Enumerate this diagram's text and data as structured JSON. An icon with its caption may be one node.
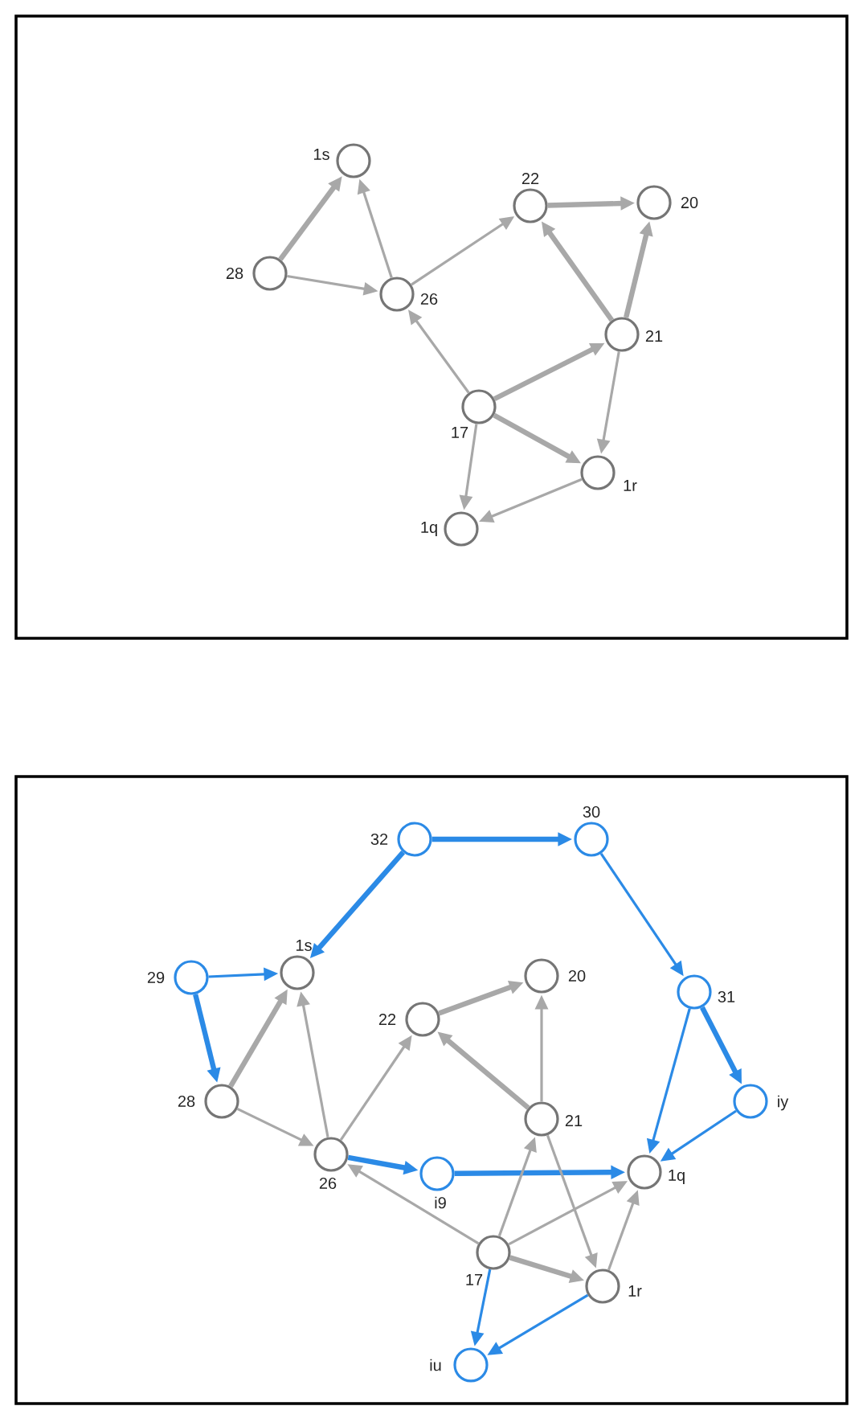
{
  "diagram": {
    "nodes": [
      {
        "text": [],
        "shape": "box"
      },
      {
        "text": [],
        "shape": "circle",
        "beside": [
          "1s"
        ],
        "in": 0
      },
      {
        "text": [],
        "shape": "circle",
        "beside": [
          "28"
        ],
        "in": 0
      },
      {
        "text": [],
        "shape": "circle",
        "beside": [
          "26"
        ],
        "in": 0
      },
      {
        "text": [],
        "shape": "circle",
        "beside": [
          "22"
        ],
        "in": 0
      },
      {
        "text": [],
        "shape": "circle",
        "beside": [
          "20"
        ],
        "in": 0
      },
      {
        "text": [],
        "shape": "circle",
        "beside": [
          "21"
        ],
        "in": 0
      },
      {
        "text": [],
        "shape": "circle",
        "beside": [
          "17"
        ],
        "in": 0
      },
      {
        "text": [],
        "shape": "circle",
        "beside": [
          "1r"
        ],
        "in": 0
      },
      {
        "text": [],
        "shape": "circle",
        "beside": [
          "1q"
        ],
        "in": 0
      },
      {
        "text": [],
        "shape": "box"
      },
      {
        "text": [],
        "shape": "circle",
        "beside": [
          "32"
        ],
        "in": 10
      },
      {
        "text": [],
        "shape": "circle",
        "beside": [
          "30"
        ],
        "in": 10
      },
      {
        "text": [],
        "shape": "circle",
        "beside": [
          "29"
        ],
        "in": 10
      },
      {
        "text": [],
        "shape": "circle",
        "beside": [
          "1s"
        ],
        "in": 10
      },
      {
        "text": [],
        "shape": "circle",
        "beside": [
          "20"
        ],
        "in": 10
      },
      {
        "text": [],
        "shape": "circle",
        "beside": [
          "31"
        ],
        "in": 10
      },
      {
        "text": [],
        "shape": "circle",
        "beside": [
          "22"
        ],
        "in": 10
      },
      {
        "text": [],
        "shape": "circle",
        "beside": [
          "28"
        ],
        "in": 10
      },
      {
        "text": [],
        "shape": "circle",
        "beside": [
          "iy"
        ],
        "in": 10
      },
      {
        "text": [],
        "shape": "circle",
        "beside": [
          "21"
        ],
        "in": 10
      },
      {
        "text": [],
        "shape": "circle",
        "beside": [
          "26"
        ],
        "in": 10
      },
      {
        "text": [],
        "shape": "circle",
        "beside": [
          "i9"
        ],
        "in": 10
      },
      {
        "text": [],
        "shape": "circle",
        "beside": [
          "1q"
        ],
        "in": 10
      },
      {
        "text": [],
        "shape": "circle",
        "beside": [
          "17"
        ],
        "in": 10
      },
      {
        "text": [],
        "shape": "circle",
        "beside": [
          "1r"
        ],
        "in": 10
      },
      {
        "text": [],
        "shape": "circle",
        "beside": [
          "iu"
        ],
        "in": 10
      }
    ],
    "edges": [
      {
        "from": 2,
        "to": 1,
        "arrow": "to",
        "style": "thick"
      },
      {
        "from": 3,
        "to": 1,
        "arrow": "to"
      },
      {
        "from": 2,
        "to": 3,
        "arrow": "to"
      },
      {
        "from": 3,
        "to": 4,
        "arrow": "to"
      },
      {
        "from": 4,
        "to": 5,
        "arrow": "to",
        "style": "thick"
      },
      {
        "from": 6,
        "to": 4,
        "arrow": "to",
        "style": "thick"
      },
      {
        "from": 6,
        "to": 5,
        "arrow": "to",
        "style": "thick"
      },
      {
        "from": 7,
        "to": 6,
        "arrow": "to",
        "style": "thick"
      },
      {
        "from": 7,
        "to": 3,
        "arrow": "to"
      },
      {
        "from": 7,
        "to": 8,
        "arrow": "to",
        "style": "thick"
      },
      {
        "from": 6,
        "to": 8,
        "arrow": "to"
      },
      {
        "from": 7,
        "to": 9,
        "arrow": "to"
      },
      {
        "from": 8,
        "to": 9,
        "arrow": "to"
      },
      {
        "from": 11,
        "to": 12,
        "arrow": "to",
        "style": "thick",
        "color": "#2b8ae6"
      },
      {
        "from": 12,
        "to": 16,
        "arrow": "to",
        "color": "#2b8ae6"
      },
      {
        "from": 11,
        "to": 14,
        "arrow": "to",
        "style": "thick",
        "color": "#2b8ae6"
      },
      {
        "from": 13,
        "to": 14,
        "arrow": "to",
        "color": "#2b8ae6"
      },
      {
        "from": 13,
        "to": 18,
        "arrow": "to",
        "style": "thick",
        "color": "#2b8ae6"
      },
      {
        "from": 16,
        "to": 23,
        "arrow": "to",
        "color": "#2b8ae6"
      },
      {
        "from": 16,
        "to": 19,
        "arrow": "to",
        "style": "thick",
        "color": "#2b8ae6"
      },
      {
        "from": 19,
        "to": 23,
        "arrow": "to",
        "color": "#2b8ae6"
      },
      {
        "from": 21,
        "to": 22,
        "arrow": "to",
        "style": "thick",
        "color": "#2b8ae6"
      },
      {
        "from": 22,
        "to": 23,
        "arrow": "to",
        "style": "thick",
        "color": "#2b8ae6"
      },
      {
        "from": 24,
        "to": 26,
        "arrow": "to",
        "color": "#2b8ae6"
      },
      {
        "from": 25,
        "to": 26,
        "arrow": "to",
        "color": "#2b8ae6"
      },
      {
        "from": 18,
        "to": 14,
        "arrow": "to",
        "style": "thick"
      },
      {
        "from": 21,
        "to": 14,
        "arrow": "to"
      },
      {
        "from": 18,
        "to": 21,
        "arrow": "to"
      },
      {
        "from": 21,
        "to": 17,
        "arrow": "to"
      },
      {
        "from": 17,
        "to": 15,
        "arrow": "to",
        "style": "thick"
      },
      {
        "from": 20,
        "to": 17,
        "arrow": "to",
        "style": "thick"
      },
      {
        "from": 20,
        "to": 15,
        "arrow": "to"
      },
      {
        "from": 24,
        "to": 20,
        "arrow": "to"
      },
      {
        "from": 24,
        "to": 21,
        "arrow": "to"
      },
      {
        "from": 24,
        "to": 23,
        "arrow": "to"
      },
      {
        "from": 24,
        "to": 25,
        "arrow": "to",
        "style": "thick"
      },
      {
        "from": 20,
        "to": 25,
        "arrow": "to"
      },
      {
        "from": 25,
        "to": 23,
        "arrow": "to"
      }
    ]
  }
}
